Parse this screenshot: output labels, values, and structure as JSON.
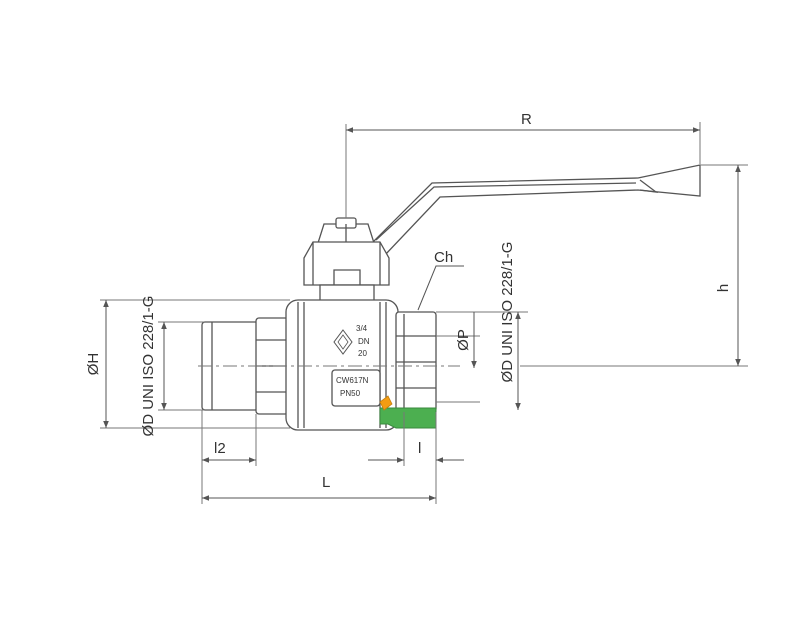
{
  "dimensions": {
    "R": "R",
    "h": "h",
    "Ch": "Ch",
    "OP": "ØP",
    "OH": "ØH",
    "OD_left": "ØD UNI ISO 228/1-G",
    "OD_right": "ØD UNI ISO 228/1-G",
    "l2": "l2",
    "l": "l",
    "L": "L"
  },
  "markings": {
    "size": "3/4",
    "dn": "DN",
    "dn_value": "20",
    "material": "CW617N",
    "pressure": "PN50"
  },
  "colors": {
    "line": "#555555",
    "dim_line": "#777777",
    "body_fill": "#ffffff",
    "seal_green": "#4caf50",
    "seal_orange": "#f39c12"
  }
}
